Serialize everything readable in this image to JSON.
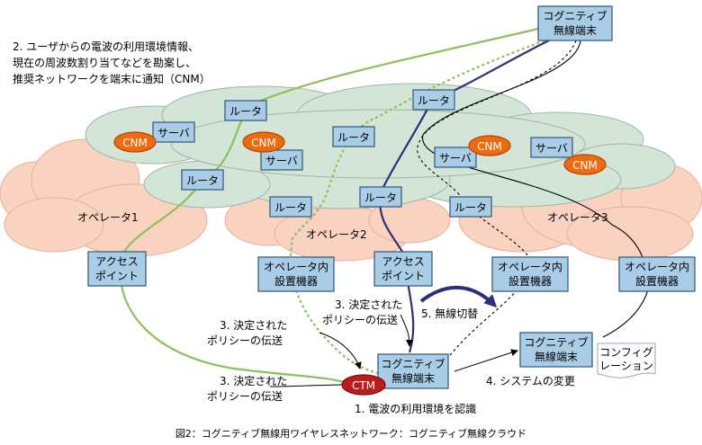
{
  "colors": {
    "operator_cloud": "#f9d2c0",
    "core_cloud": "#d3e5d6",
    "box_fill": "#a9cde6",
    "cnm_fill": "#ee6a10",
    "ctm_fill": "#b81c1c",
    "green_link": "#8cc05a",
    "navy_link": "#2e2f7a"
  },
  "note_top": {
    "line1": "2. ユーザからの電波の利用環境情報、",
    "line2": "現在の周波数割り当てなどを勘案し、",
    "line3": "推奨ネットワークを端末に通知（CNM）"
  },
  "boxes": {
    "terminal_top": {
      "line1": "コグニティブ",
      "line2": "無線端末"
    },
    "router": "ルータ",
    "server": "サーバ",
    "ap": {
      "line1": "アクセス",
      "line2": "ポイント"
    },
    "op_equip": {
      "line1": "オペレータ内",
      "line2": "設置機器"
    },
    "terminal_bottom": {
      "line1": "コグニティブ",
      "line2": "無線端末"
    },
    "terminal_right": {
      "line1": "コグニティブ",
      "line2": "無線端末"
    }
  },
  "badges": {
    "cnm": "CNM",
    "ctm": "CTM"
  },
  "operators": {
    "op1": "オペレータ1",
    "op2": "オペレータ2",
    "op3": "オペレータ3"
  },
  "labels": {
    "policy_a1": "3. 決定された",
    "policy_a2": "ポリシーの伝送",
    "policy_b1": "3. 決定された",
    "policy_b2": "ポリシーの伝送",
    "policy_c1": "3. 決定された",
    "policy_c2": "ポリシーの伝送",
    "switch": "5. 無線切替",
    "system_change": "4. システムの変更",
    "recognize": "1. 電波の利用環境を認識",
    "config1": "コンフィグ",
    "config2": "レーション"
  },
  "caption": "図2：コグニティブ無線用ワイヤレスネットワーク：コグニティブ無線クラウド"
}
